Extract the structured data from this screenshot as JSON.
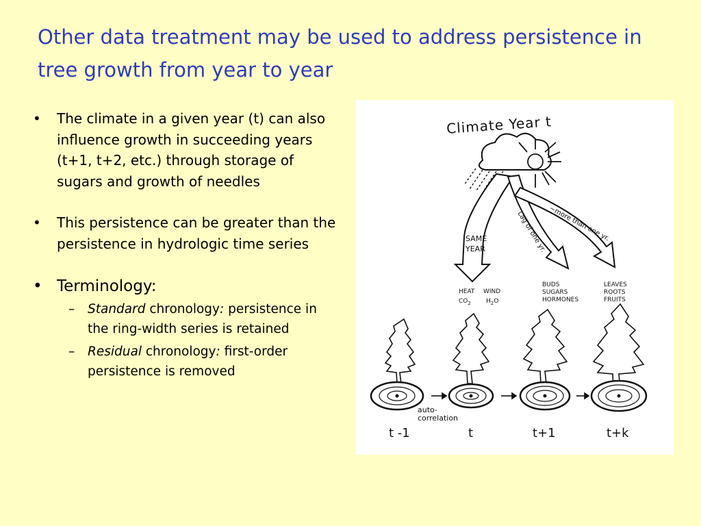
{
  "title": "Other data treatment may be used to address persistence in tree growth from year to year",
  "bullets": [
    "The climate in a given year (t) can also influence growth in succeeding years (t+1, t+2, etc.) through storage of sugars and growth of needles",
    "This persistence can be greater than the persistence in hydrologic time series",
    "Terminology:"
  ],
  "subbullets": [
    {
      "term": "Standard",
      "mid": " chronology",
      "colon": ":",
      "rest": "  persistence in the ring-width series is retained"
    },
    {
      "term": "Residual",
      "mid": " chronology",
      "colon": ":",
      "rest": " first-order persistence is removed"
    }
  ],
  "bullet_char": "•",
  "dash_char": "–",
  "figure": {
    "heading": "Climate  Year  t",
    "arrow_same": [
      "SAME",
      "YEAR"
    ],
    "arrow_lag": "Lag of one yr.",
    "arrow_more": "~more  than one yr.",
    "labels": {
      "heat": "HEAT",
      "wind": "WIND",
      "co2": "CO",
      "co2_sub": "2",
      "h2o_h": "H",
      "h2o_sub": "2",
      "h2o_o": "O",
      "buds": "BUDS",
      "sugars": "SUGARS",
      "hormones": "HORMONES",
      "leaves": "LEAVES",
      "roots": "ROOTS",
      "fruits": "FRUITS"
    },
    "autocorrelation": [
      "auto-",
      "correlation"
    ],
    "time_labels": [
      "t -1",
      "t",
      "t+1",
      "t+k"
    ]
  },
  "colors": {
    "background": "#ffffc5",
    "title": "#2f3bbf"
  }
}
